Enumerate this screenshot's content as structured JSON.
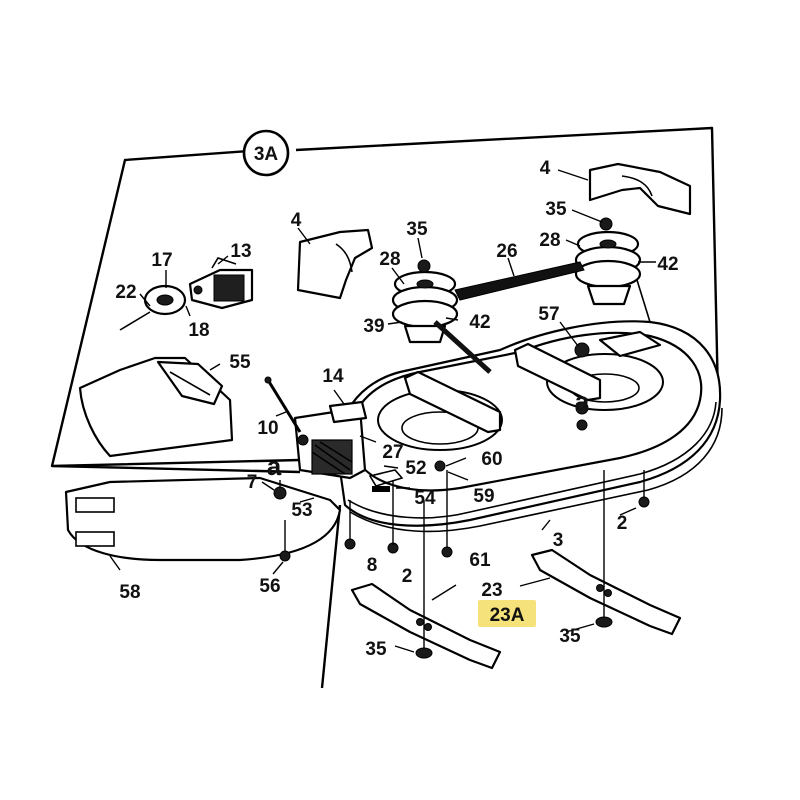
{
  "diagram": {
    "callout_circle": "3A",
    "highlight_color": "#f5e27a",
    "letter_marker": "a",
    "labels": [
      {
        "id": "4-top",
        "text": "4"
      },
      {
        "id": "35-top",
        "text": "35"
      },
      {
        "id": "28-right",
        "text": "28"
      },
      {
        "id": "42-right",
        "text": "42"
      },
      {
        "id": "4-left",
        "text": "4"
      },
      {
        "id": "35-mid",
        "text": "35"
      },
      {
        "id": "26",
        "text": "26"
      },
      {
        "id": "28-mid",
        "text": "28"
      },
      {
        "id": "17",
        "text": "17"
      },
      {
        "id": "13",
        "text": "13"
      },
      {
        "id": "22",
        "text": "22"
      },
      {
        "id": "18",
        "text": "18"
      },
      {
        "id": "39",
        "text": "39"
      },
      {
        "id": "42-mid",
        "text": "42"
      },
      {
        "id": "57",
        "text": "57"
      },
      {
        "id": "55",
        "text": "55"
      },
      {
        "id": "14",
        "text": "14"
      },
      {
        "id": "10",
        "text": "10"
      },
      {
        "id": "27",
        "text": "27"
      },
      {
        "id": "52",
        "text": "52"
      },
      {
        "id": "60",
        "text": "60"
      },
      {
        "id": "7",
        "text": "7"
      },
      {
        "id": "54",
        "text": "54"
      },
      {
        "id": "59",
        "text": "59"
      },
      {
        "id": "53",
        "text": "53"
      },
      {
        "id": "2-right",
        "text": "2"
      },
      {
        "id": "3",
        "text": "3"
      },
      {
        "id": "8",
        "text": "8"
      },
      {
        "id": "2-mid",
        "text": "2"
      },
      {
        "id": "61",
        "text": "61"
      },
      {
        "id": "58",
        "text": "58"
      },
      {
        "id": "56",
        "text": "56"
      },
      {
        "id": "23",
        "text": "23"
      },
      {
        "id": "23A",
        "text": "23A"
      },
      {
        "id": "35-right",
        "text": "35"
      },
      {
        "id": "35-left",
        "text": "35"
      }
    ]
  }
}
